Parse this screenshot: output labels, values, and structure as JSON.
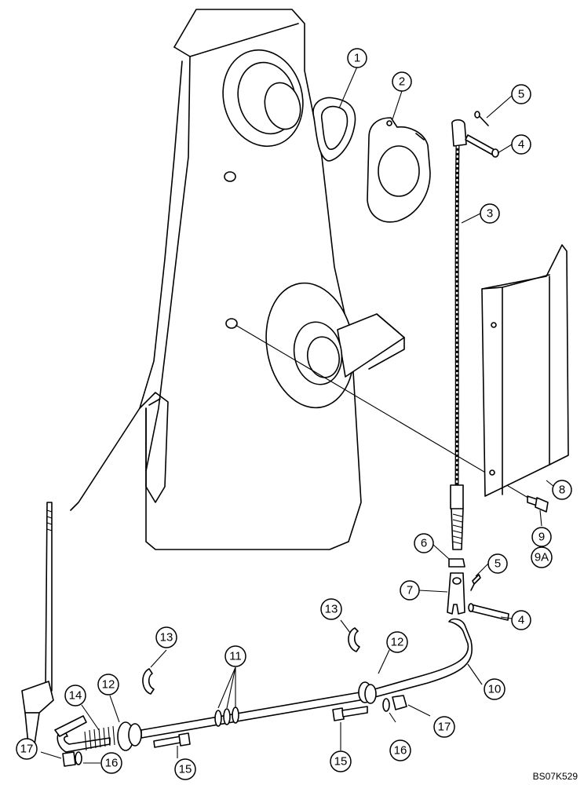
{
  "figure_id": "BS07K529",
  "callouts": {
    "c1": "1",
    "c2": "2",
    "c3": "3",
    "c4a": "4",
    "c4b": "4",
    "c5a": "5",
    "c5b": "5",
    "c6": "6",
    "c7": "7",
    "c8": "8",
    "c9": "9",
    "c9a": "9A",
    "c10": "10",
    "c11": "11",
    "c12a": "12",
    "c12b": "12",
    "c13a": "13",
    "c13b": "13",
    "c14": "14",
    "c15a": "15",
    "c15b": "15",
    "c16a": "16",
    "c16b": "16",
    "c17a": "17",
    "c17b": "17"
  }
}
